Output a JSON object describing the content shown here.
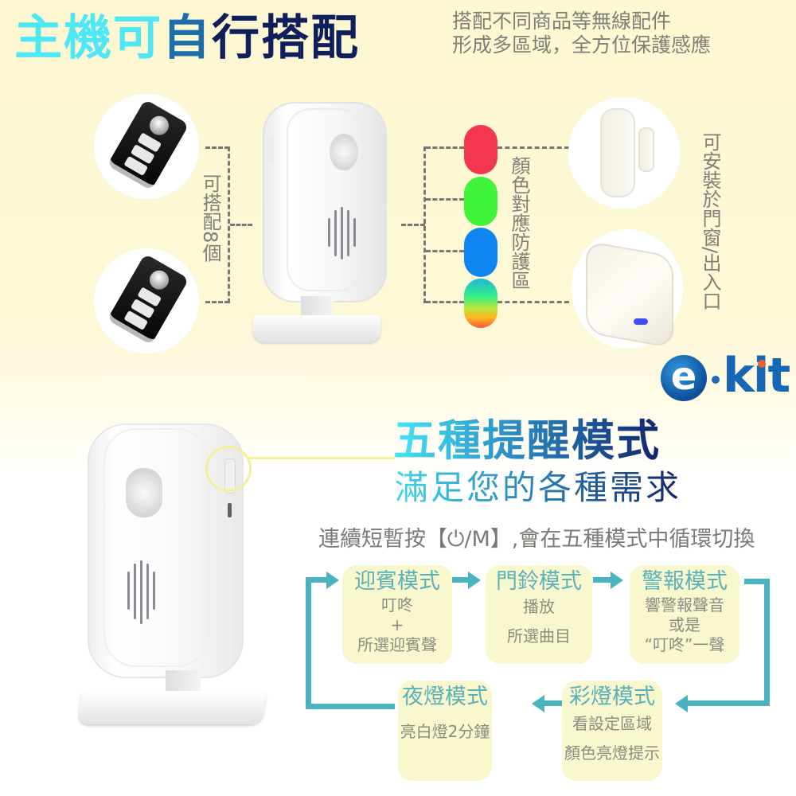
{
  "header": {
    "title_part1": "主機可",
    "title_part2": "自",
    "title_part3": "行搭配",
    "subtitle_line1": "搭配不同商品等無線配件",
    "subtitle_line2": "形成多區域，全方位保護感應"
  },
  "remotes": {
    "label": "可搭配8個",
    "count": 2
  },
  "zones": {
    "label": "顏色對應防護區",
    "colors": [
      {
        "name": "red",
        "hex": "#f2374f"
      },
      {
        "name": "green",
        "hex": "#3ff43a"
      },
      {
        "name": "blue",
        "hex": "#0e85f0"
      },
      {
        "name": "multicolor",
        "hex": "gradient"
      }
    ]
  },
  "sensors": {
    "label": "可安裝於門窗/出入口",
    "items": [
      "door-window-sensor",
      "pir-motion-sensor"
    ]
  },
  "brand": {
    "logo_e": "e",
    "logo_kit": "kit"
  },
  "modes_section": {
    "title": "五種提醒模式",
    "subtitle": "滿足您的各種需求",
    "instruction": "連續短暫按【⏻/M】,會在五種模式中循環切換",
    "modes": [
      {
        "title": "迎賓模式",
        "lines": [
          "叮咚",
          "+",
          "所選迎賓聲"
        ]
      },
      {
        "title": "門鈴模式",
        "lines": [
          "播放",
          "所選曲目"
        ]
      },
      {
        "title": "警報模式",
        "lines": [
          "響警報聲音",
          "或是",
          "“叮咚”一聲"
        ]
      },
      {
        "title": "彩燈模式",
        "lines": [
          "看設定區域",
          "顏色亮燈提示"
        ]
      },
      {
        "title": "夜燈模式",
        "lines": [
          "亮白燈2分鐘"
        ]
      }
    ]
  },
  "colors": {
    "accent_teal": "#4ab3c0",
    "mode_box_bg": "#f8f7cd",
    "title_cyan": "#4fe6f5",
    "title_navy": "#0f1f5c"
  }
}
